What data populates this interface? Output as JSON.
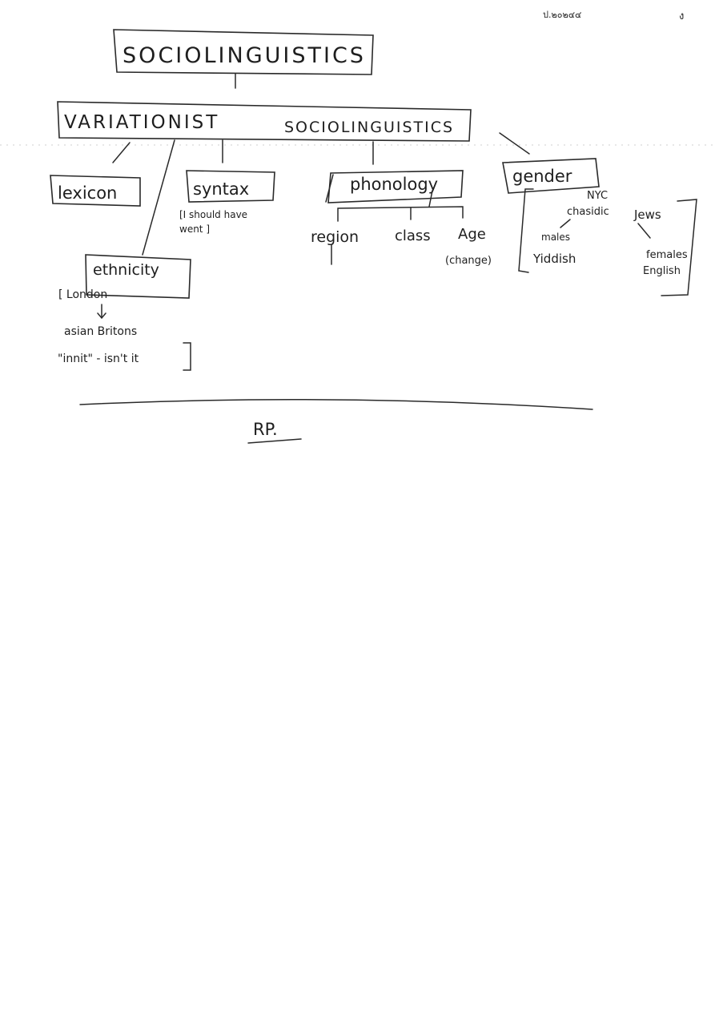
{
  "header": {
    "corner_note": "ป.๒๐๒๔๔",
    "corner_mark": "ง"
  },
  "root": {
    "label": "SOCIOLINGUISTICS"
  },
  "branch": {
    "label_left": "VARIATIONIST",
    "label_right": "SOCIOLINGUISTICS"
  },
  "nodes": {
    "lexicon": "lexicon",
    "syntax": "syntax",
    "syntax_example_1": "[I should have",
    "syntax_example_2": "went ]",
    "phonology": "phonology",
    "region": "region",
    "class": "class",
    "age": "Age",
    "age_note": "(change)",
    "ethnicity": "ethnicity",
    "ethnicity_note_1": "[ London",
    "ethnicity_note_2": "asian Britons",
    "ethnicity_note_3": "\"innit\" - isn't it",
    "gender": "gender",
    "gender_nyc": "NYC",
    "gender_hasidic": "chasidic",
    "gender_jews": "Jews",
    "gender_males": "males",
    "gender_yiddish": "Yiddish",
    "gender_females": "females",
    "gender_english": "English"
  },
  "footer": {
    "rp": "RP."
  }
}
